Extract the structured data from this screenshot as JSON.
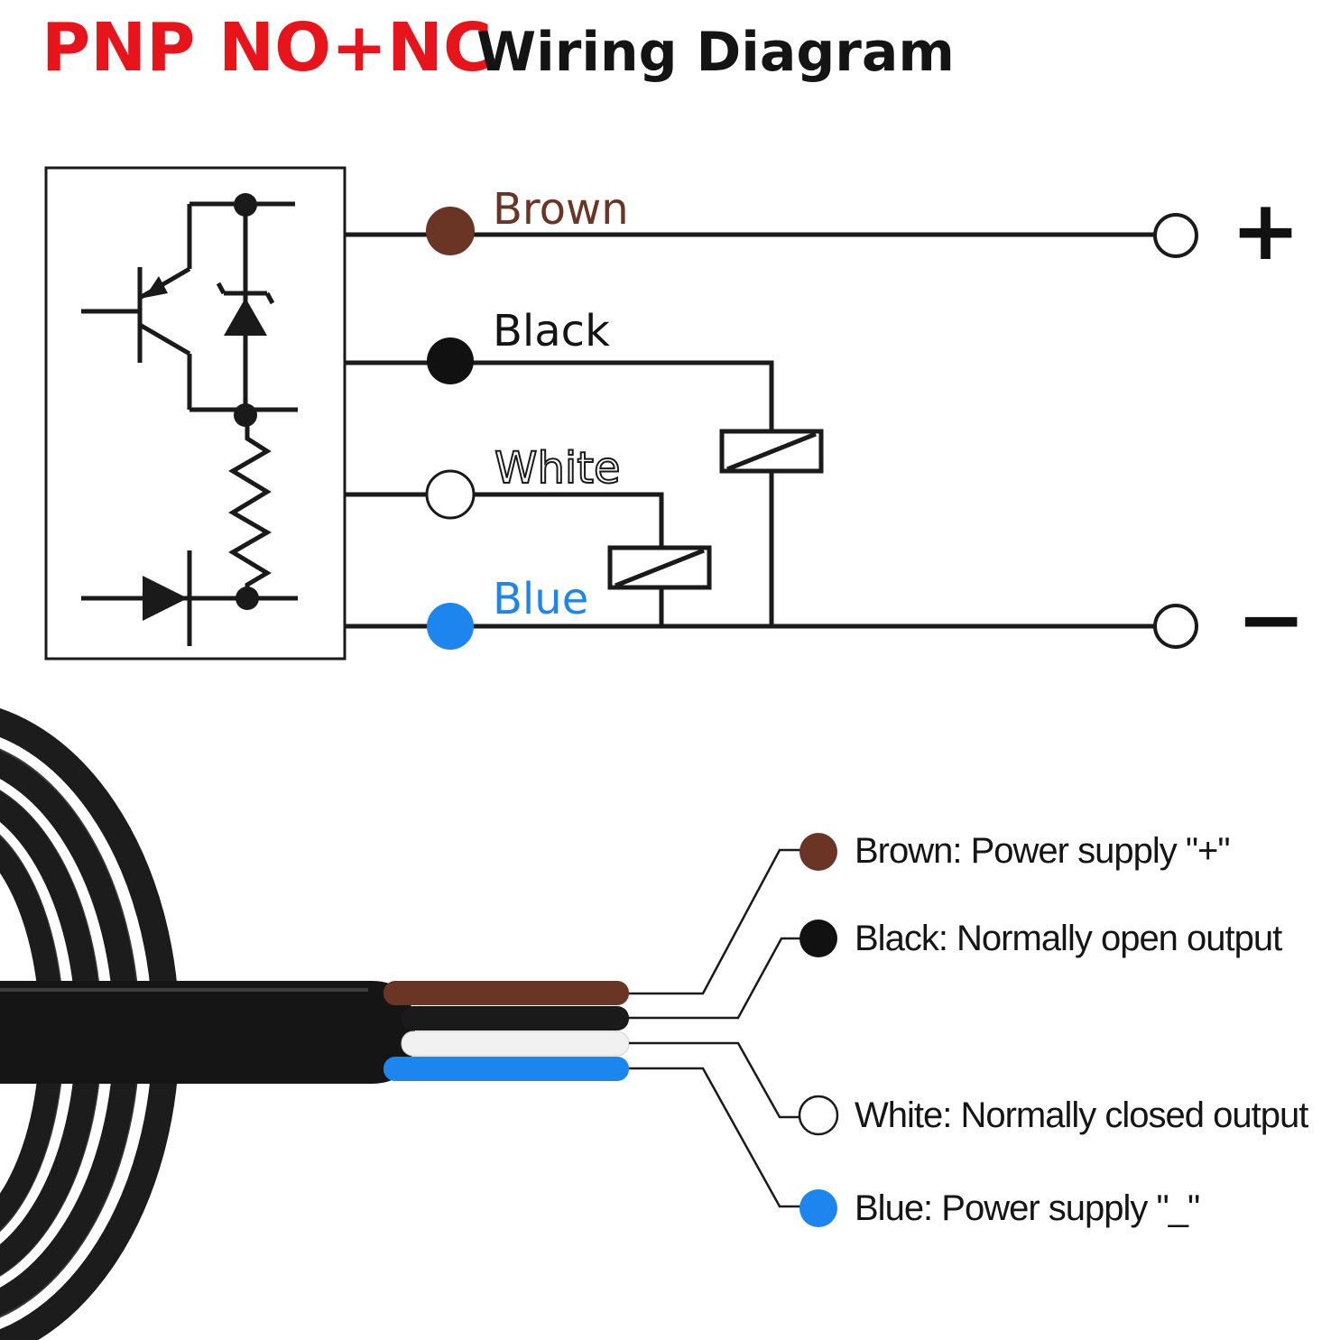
{
  "title": {
    "part1": "PNP NO+NC",
    "part2": "Wiring Diagram"
  },
  "colors": {
    "title_red": "#e8141b",
    "brown": "#6b3526",
    "black": "#111111",
    "white": "#ffffff",
    "blue": "#1d86ee",
    "cable": "#1c1c1c"
  },
  "wires": [
    {
      "key": "brown",
      "label": "Brown",
      "color": "#6b3526"
    },
    {
      "key": "black",
      "label": "Black",
      "color": "#111111"
    },
    {
      "key": "white",
      "label": "White",
      "color": "#ffffff"
    },
    {
      "key": "blue",
      "label": "Blue",
      "color": "#1d86ee"
    }
  ],
  "terminals": {
    "plus": "+",
    "minus": "−"
  },
  "legend": [
    {
      "text": "Brown: Power supply \"+\"",
      "color": "#6b3526"
    },
    {
      "text": "Black: Normally open output",
      "color": "#111111"
    },
    {
      "text": "White: Normally closed output",
      "color": "#ffffff"
    },
    {
      "text": "Blue: Power supply \"_\"",
      "color": "#1d86ee"
    }
  ],
  "icons": [
    "transistor-icon",
    "zener-diode-icon",
    "resistor-icon",
    "diode-icon",
    "relay-coil-icon",
    "terminal-icon",
    "cable-icon"
  ]
}
